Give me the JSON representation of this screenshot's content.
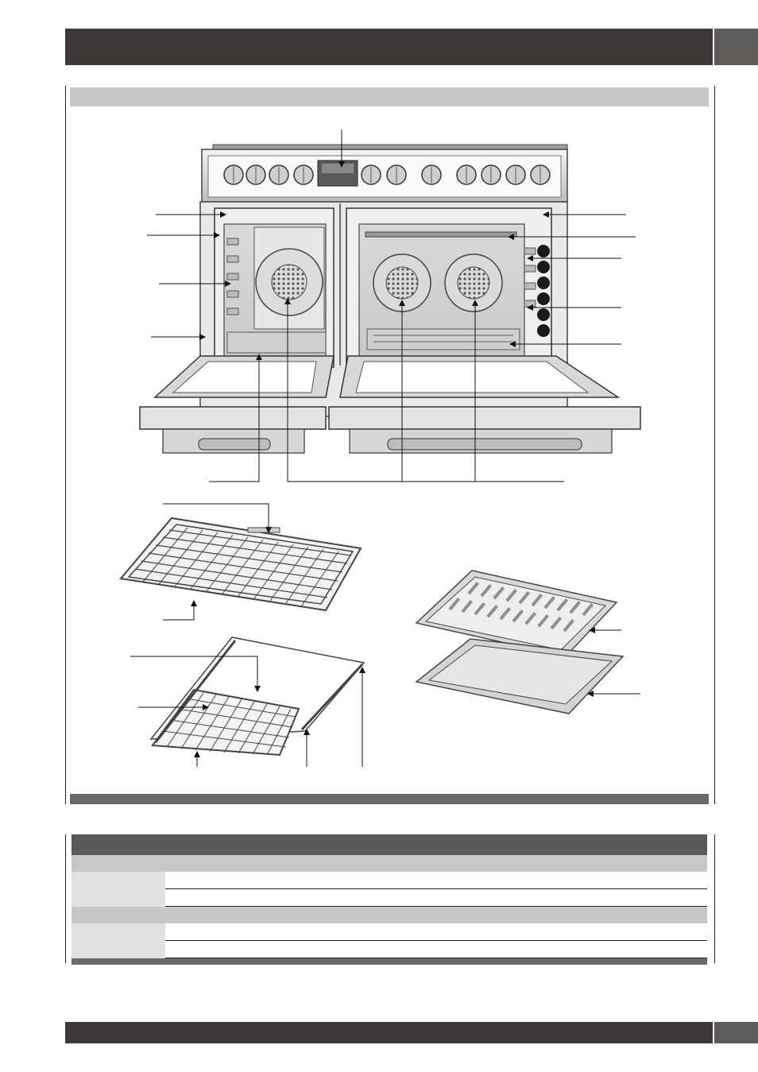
{
  "header": {
    "title": "",
    "page_tab": ""
  },
  "section": {
    "heading": ""
  },
  "figure": {
    "icons": [
      "range-front-view",
      "wire-rack",
      "telescopic-rack",
      "broiler-pan-insert",
      "broiler-pan"
    ]
  },
  "table": {
    "title": "",
    "columns": [
      "",
      "",
      ""
    ],
    "rows": [
      {
        "label": "",
        "a": "",
        "b": ""
      },
      {
        "label": "",
        "a": "",
        "b": ""
      },
      {
        "label": "",
        "a": "",
        "b": ""
      },
      {
        "label": "",
        "a": "",
        "b": ""
      },
      {
        "label": "",
        "a": "",
        "b": ""
      }
    ]
  },
  "footer": {
    "text": "",
    "page_number": ""
  }
}
